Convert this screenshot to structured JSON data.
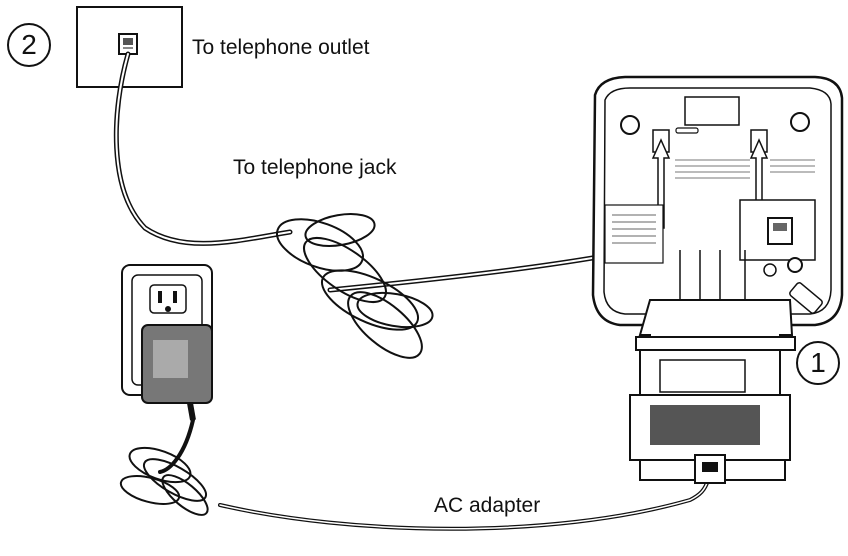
{
  "steps": {
    "first": "1",
    "second": "2"
  },
  "labels": {
    "outlet": "To telephone outlet",
    "jack": "To telephone jack",
    "adapter": "AC adapter"
  },
  "icons": {
    "wall_jack": "wall-phone-jack-icon",
    "power_outlet": "power-outlet-icon",
    "adapter": "ac-adapter-icon",
    "base": "telephone-base-icon"
  }
}
